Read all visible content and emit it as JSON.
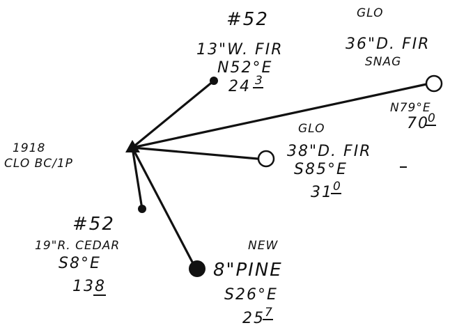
{
  "corner": {
    "line1": "1918",
    "line2": "CLO BC/1P"
  },
  "witnesses": [
    {
      "id": "w-fir-52",
      "lines": [
        "#52",
        "13\"W. FIR",
        "N52°E",
        "24",
        "3"
      ]
    },
    {
      "id": "w-snag-glo",
      "lines": [
        "GLO",
        "36\"D. FIR",
        "SNAG",
        "N79°E",
        "70",
        "0"
      ]
    },
    {
      "id": "w-fir-glo",
      "lines": [
        "GLO",
        "38\"D. FIR",
        "S85°E",
        "31",
        "0"
      ]
    },
    {
      "id": "w-cedar-52",
      "lines": [
        "#52",
        "19\"R. CEDAR",
        "S8°E",
        "13",
        "8"
      ]
    },
    {
      "id": "w-pine-new",
      "lines": [
        "NEW",
        "8\"PINE",
        "S26°E",
        "25",
        "7"
      ]
    }
  ]
}
